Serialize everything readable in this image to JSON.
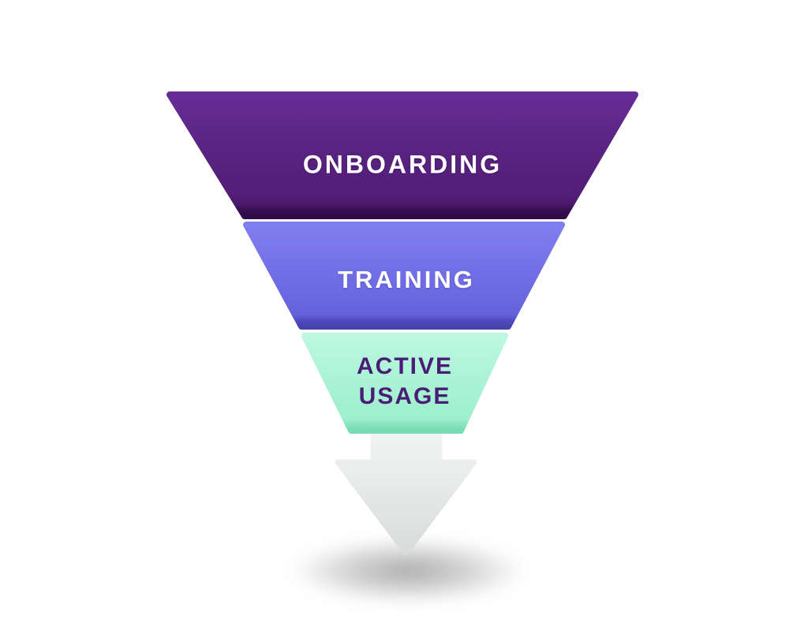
{
  "diagram": {
    "kind": "inverted-funnel",
    "background_color": "#ffffff",
    "stages": [
      {
        "label": "ONBOARDING",
        "fill": "#5a2381",
        "label_color": "#ffffff"
      },
      {
        "label": "TRAINING",
        "fill": "#7370e7",
        "label_color": "#ffffff"
      },
      {
        "label": "ACTIVE USAGE",
        "fill": "#abf3d7",
        "label_color": "#4a1d75"
      }
    ],
    "arrow": {
      "direction": "down",
      "fill": "#e9eceb"
    },
    "shadow_color": "#9a9a9a"
  }
}
